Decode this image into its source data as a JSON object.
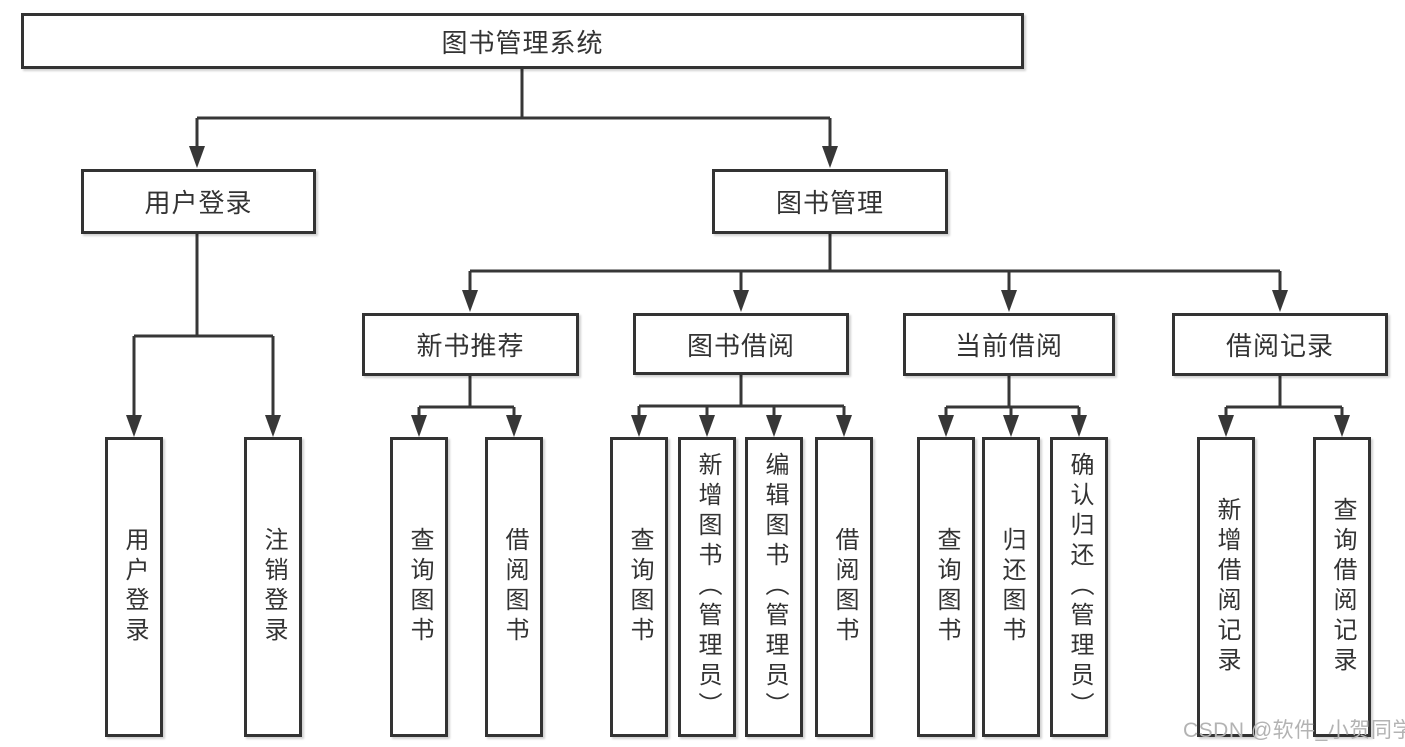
{
  "nodes": {
    "root": "图书管理系统",
    "user_login": "用户登录",
    "book_mgmt": "图书管理",
    "new_book": "新书推荐",
    "book_borrow": "图书借阅",
    "current_borrow": "当前借阅",
    "borrow_record": "借阅记录",
    "leaf_user_login": "用户登录",
    "leaf_logout": "注销登录",
    "leaf_nb_query": "查询图书",
    "leaf_nb_borrow": "借阅图书",
    "leaf_bb_query": "查询图书",
    "leaf_bb_add": "新增图书（管理员）",
    "leaf_bb_edit": "编辑图书（管理员）",
    "leaf_bb_borrow": "借阅图书",
    "leaf_cb_query": "查询图书",
    "leaf_cb_return": "归还图书",
    "leaf_cb_confirm": "确认归还（管理员）",
    "leaf_br_add": "新增借阅记录",
    "leaf_br_query": "查询借阅记录"
  },
  "watermark": {
    "text": "CSDN @软件_小贺同学"
  },
  "colors": {
    "line": "#373737",
    "box_border": "#333333",
    "text": "#333333",
    "background": "#ffffff",
    "watermark": "#b3b3b3"
  }
}
